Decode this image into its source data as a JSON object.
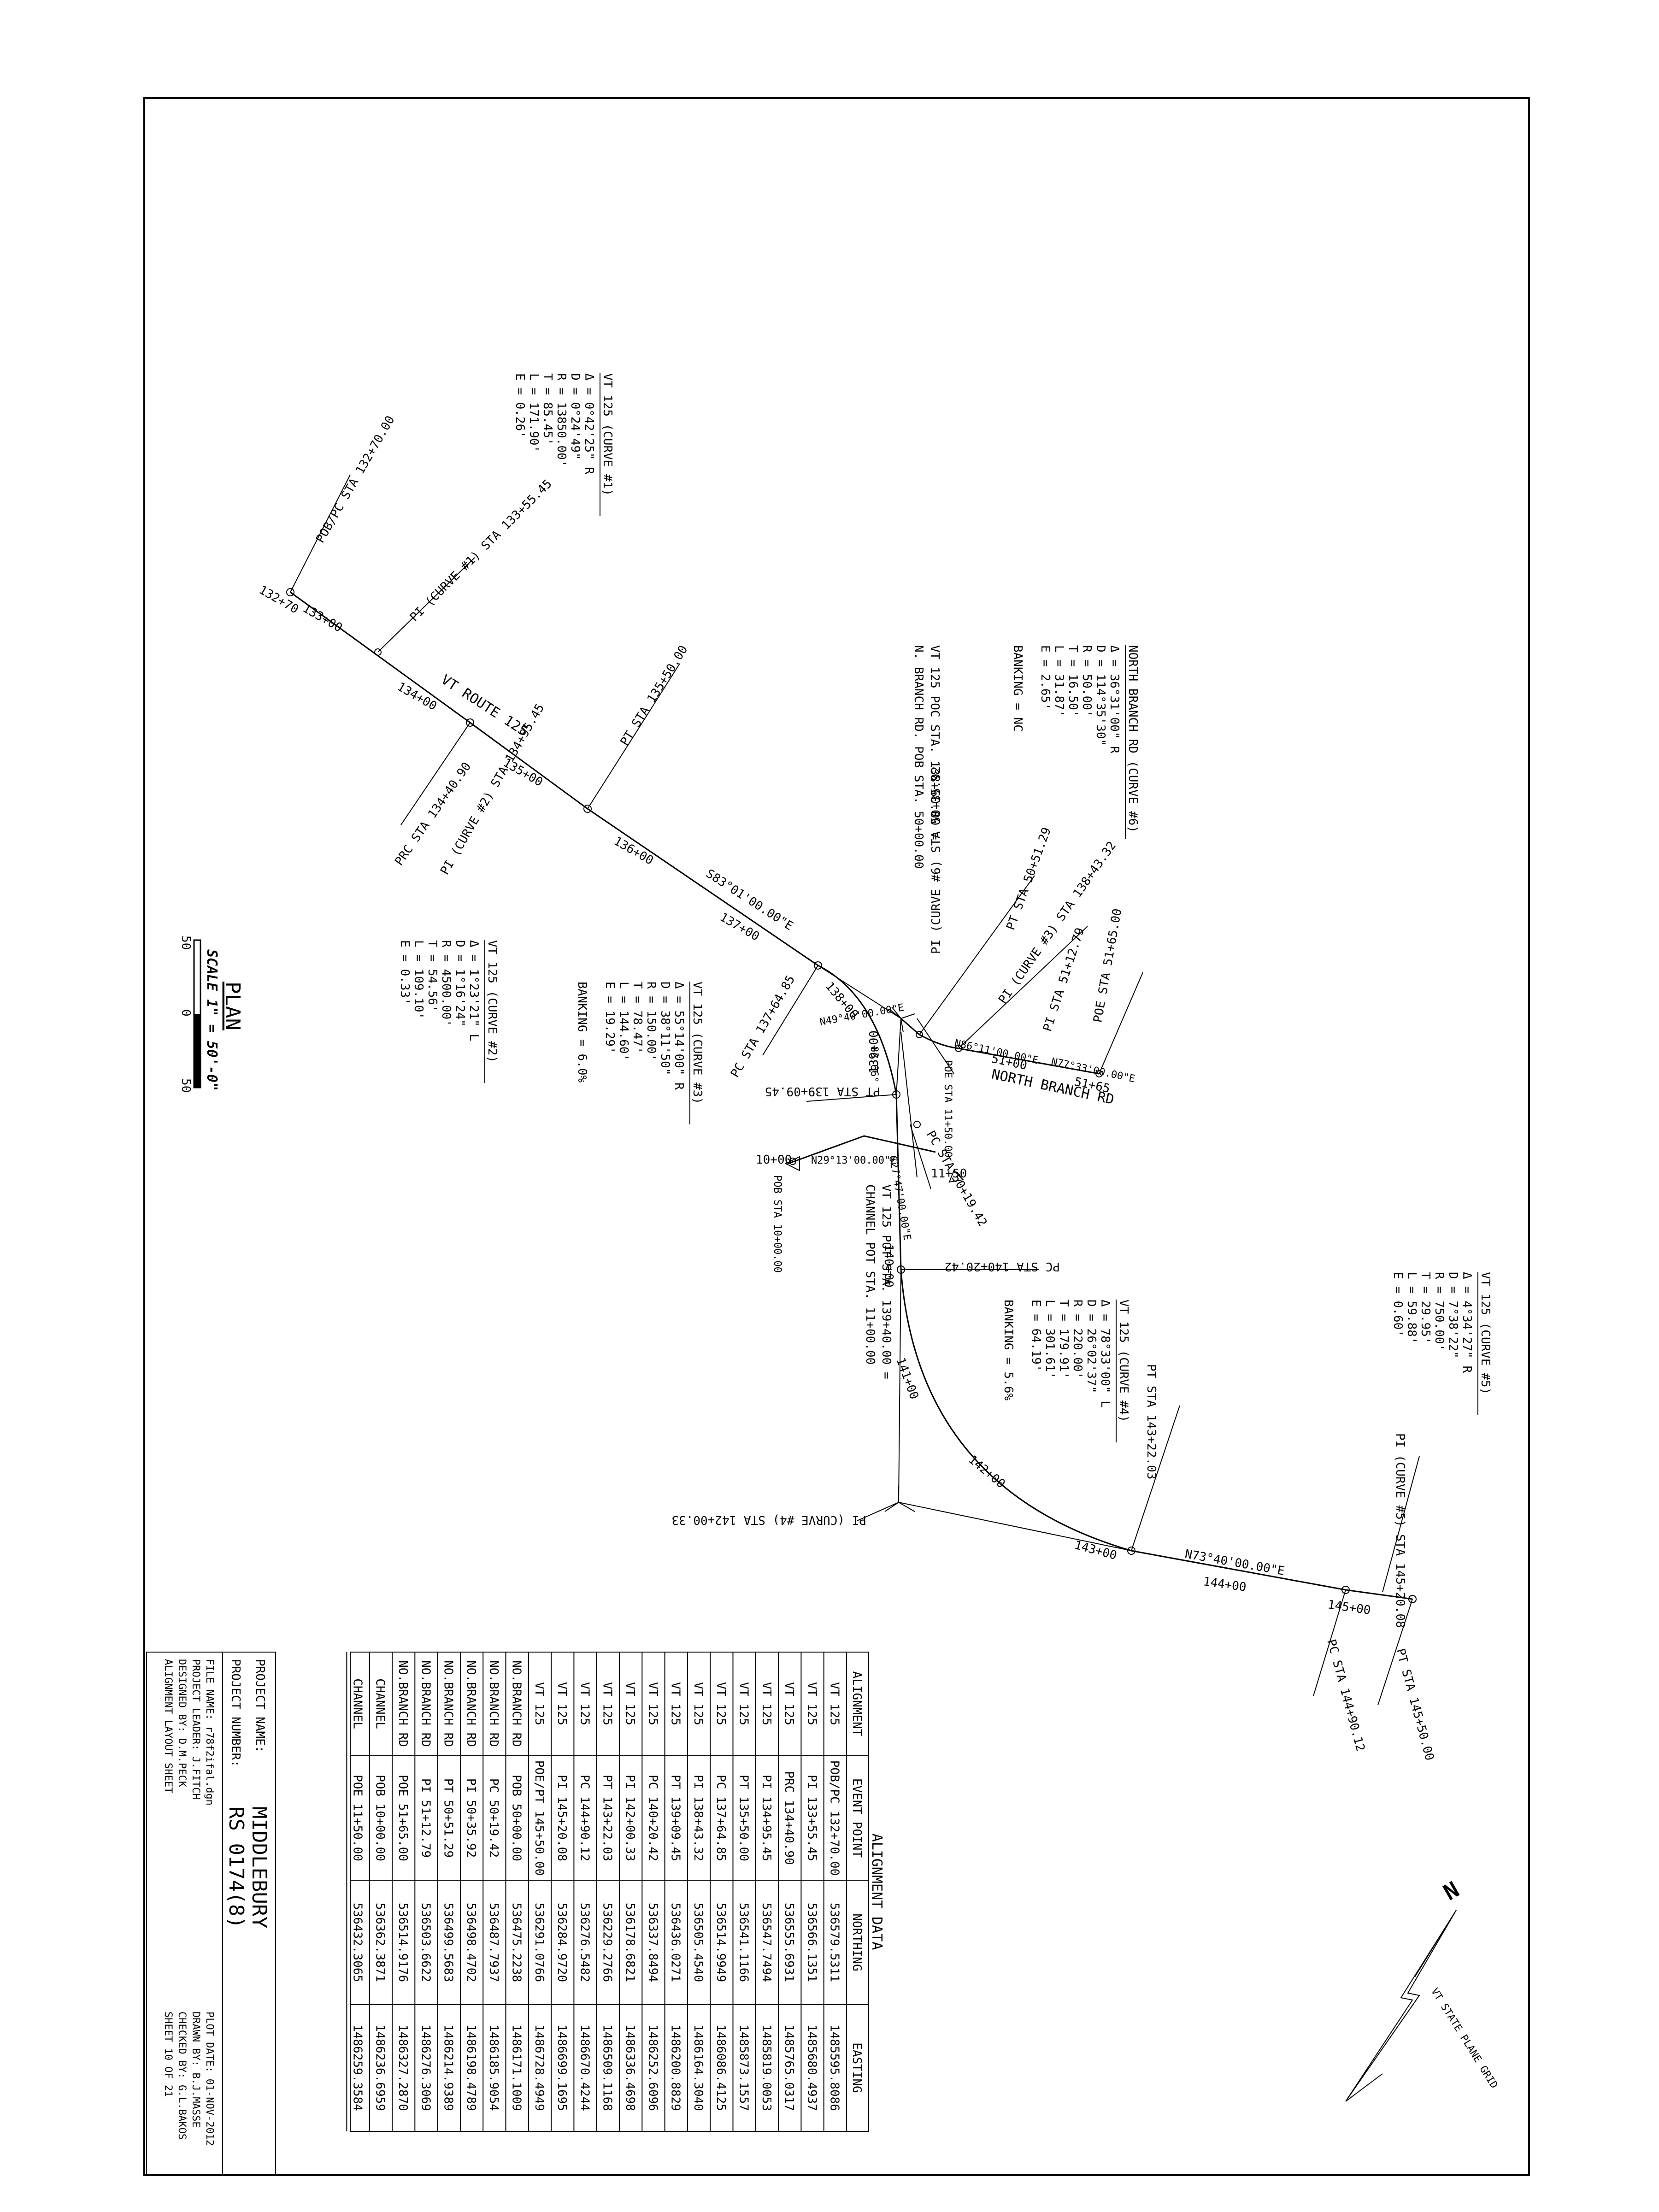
{
  "plan": {
    "title": "PLAN",
    "scale": "SCALE 1\" = 50'-0\"",
    "scale_ticks": [
      "50",
      "0",
      "50"
    ],
    "north": "N",
    "north_grid": "VT STATE PLANE GRID"
  },
  "routes": {
    "vt_route_125": "VT ROUTE 125",
    "north_branch_rd": "NORTH BRANCH RD"
  },
  "bearings": {
    "b1": "S83°01'00.00\"E",
    "b2": "N49°40'00.00\"E",
    "b3": "N86°11'00.00\"E",
    "b4": "N77°33'00.00\"E",
    "b5": "N29°13'00.00\"E",
    "b6": "S27°47'00.00\"E",
    "b7": "N73°40'00.00\"E",
    "angle": "83.66°"
  },
  "stations": {
    "s132": "132+70",
    "s133": "133+00",
    "s134": "134+00",
    "s135": "135+00",
    "s136": "136+00",
    "s137": "137+00",
    "s138": "138+00",
    "s139": "139+00",
    "s140": "140+00",
    "s141": "141+00",
    "s142": "142+00",
    "s143": "143+00",
    "s144": "144+00",
    "s145": "145+00",
    "s51": "51+00",
    "s5165": "51+65",
    "s10": "10+00",
    "s1150": "11+50"
  },
  "point_labels": {
    "pob_pc_1": "POB/PC STA 132+70.00",
    "pi_1": "PI (CURVE #1) STA 133+55.45",
    "pt_1": "PT STA 135+50.00",
    "prc": "PRC STA 134+40.90",
    "pi_2": "PI (CURVE #2) STA 134+95.45",
    "pc_137": "PC STA 137+64.85",
    "pi_6": "PI (CURVE #6) STA 50+35.92",
    "pt_nb": "PT STA 50+51.29",
    "pi_3": "PI (CURVE #3) STA 138+43.32",
    "pi_nb": "PI STA 51+12.79",
    "poe_nb": "POE STA 51+65.00",
    "poe_ch": "POE STA 11+50.00",
    "pt_139": "PT STA 139+09.45",
    "pob_ch": "POB STA 10+00.00",
    "pc_nb": "PC STA 50+19.42",
    "pc_140": "PC STA 140+20.42",
    "pi_4": "PI (CURVE #4) STA 142+00.33",
    "pt_143": "PT STA 143+22.03",
    "pi_5": "PI (CURVE #5) STA 145+20.08",
    "pc_144": "PC STA 144+90.12",
    "pt_145": "PT STA 145+50.00",
    "channel_note": "CHANNEL POT STA. 11+00.00",
    "channel_note_hdr": "VT 125 POT STA. 139+40.00 =",
    "nb_note_hdr": "VT 125 POC STA. 138+60.00 =",
    "nb_note": "N. BRANCH RD. POB STA. 50+00.00"
  },
  "curves": [
    {
      "title": "VT 125 (CURVE #1)",
      "rows": [
        "Δ = 0°42'25\" R",
        "D = 0°24'49\"",
        "R = 13850.00'",
        "T = 85.45'",
        "L = 171.90'",
        "E = 0.26'"
      ]
    },
    {
      "title": "VT 125 (CURVE #2)",
      "rows": [
        "Δ = 1°23'21\" L",
        "D = 1°16'24\"",
        "R = 4500.00'",
        "T = 54.56'",
        "L = 109.10'",
        "E = 0.33'"
      ]
    },
    {
      "title": "VT 125 (CURVE #3)",
      "rows": [
        "Δ = 55°14'00\" R",
        "D = 38°11'50\"",
        "R = 150.00'",
        "T = 78.47'",
        "L = 144.60'",
        "E = 19.29'",
        "BANKING = 6.0%"
      ]
    },
    {
      "title": "NORTH BRANCH RD (CURVE #6)",
      "rows": [
        "Δ = 36°31'00\" R",
        "D = 114°35'30\"",
        "R = 50.00'",
        "T = 16.50'",
        "L = 31.87'",
        "E = 2.65'",
        "BANKING = NC"
      ]
    },
    {
      "title": "VT 125 (CURVE #4)",
      "rows": [
        "Δ = 78°33'00\" L",
        "D = 26°02'37\"",
        "R = 220.00'",
        "T = 179.91'",
        "L = 301.61'",
        "E = 64.19'",
        "BANKING = 5.6%"
      ]
    },
    {
      "title": "VT 125 (CURVE #5)",
      "rows": [
        "Δ = 4°34'27\" R",
        "D = 7°38'22\"",
        "R = 750.00'",
        "T = 29.95'",
        "L = 59.88'",
        "E = 0.60'"
      ]
    }
  ],
  "alignment_table": {
    "title": "ALIGNMENT DATA",
    "headers": [
      "ALIGNMENT",
      "EVENT POINT",
      "NORTHING",
      "EASTING"
    ],
    "rows": [
      [
        "VT 125",
        "POB/PC 132+70.00",
        "536579.5311",
        "1485595.8086"
      ],
      [
        "VT 125",
        "PI 133+55.45",
        "536566.1351",
        "1485680.4937"
      ],
      [
        "VT 125",
        "PRC 134+40.90",
        "536555.6931",
        "1485765.0317"
      ],
      [
        "VT 125",
        "PI 134+95.45",
        "536547.7494",
        "1485819.0053"
      ],
      [
        "VT 125",
        "PT 135+50.00",
        "536541.1166",
        "1485873.1557"
      ],
      [
        "VT 125",
        "PC 137+64.85",
        "536514.9949",
        "1486086.4125"
      ],
      [
        "VT 125",
        "PI 138+43.32",
        "536505.4540",
        "1486164.3040"
      ],
      [
        "VT 125",
        "PT 139+09.45",
        "536436.0271",
        "1486200.8829"
      ],
      [
        "VT 125",
        "PC 140+20.42",
        "536337.8494",
        "1486252.6096"
      ],
      [
        "VT 125",
        "PI 142+00.33",
        "536178.6821",
        "1486336.4698"
      ],
      [
        "VT 125",
        "PT 143+22.03",
        "536229.2766",
        "1486509.1168"
      ],
      [
        "VT 125",
        "PC 144+90.12",
        "536276.5482",
        "1486670.4244"
      ],
      [
        "VT 125",
        "PI 145+20.08",
        "536284.9720",
        "1486699.1695"
      ],
      [
        "VT 125",
        "POE/PT 145+50.00",
        "536291.0766",
        "1486728.4949"
      ],
      [
        "NO.BRANCH RD",
        "POB 50+00.00",
        "536475.2238",
        "1486171.1009"
      ],
      [
        "NO.BRANCH RD",
        "PC 50+19.42",
        "536487.7937",
        "1486185.9054"
      ],
      [
        "NO.BRANCH RD",
        "PI 50+35.92",
        "536498.4702",
        "1486198.4789"
      ],
      [
        "NO.BRANCH RD",
        "PT 50+51.29",
        "536499.5683",
        "1486214.9389"
      ],
      [
        "NO.BRANCH RD",
        "PI 51+12.79",
        "536503.6622",
        "1486276.3069"
      ],
      [
        "NO.BRANCH RD",
        "POE 51+65.00",
        "536514.9176",
        "1486327.2870"
      ],
      [
        "CHANNEL",
        "POB 10+00.00",
        "536362.3871",
        "1486236.6959"
      ],
      [
        "CHANNEL",
        "POE 11+50.00",
        "536432.3065",
        "1486259.3584"
      ]
    ]
  },
  "title_block": {
    "project_name_label": "PROJECT NAME:",
    "project_name": "MIDDLEBURY",
    "project_number_label": "PROJECT NUMBER:",
    "project_number": "RS 0174(8)",
    "file_name": "FILE NAME: r78f2ifal.dgn",
    "project_leader": "PROJECT LEADER: J.FITCH",
    "designed_by": "DESIGNED BY: D.M.PECK",
    "sheet_title": "ALIGNMENT LAYOUT SHEET",
    "plot_date": "PLOT DATE: 01-NOV-2012",
    "drawn_by": "DRAWN BY: B.J.MASSE",
    "checked_by": "CHECKED BY: G.L.BAKOS",
    "sheet": "SHEET 10 OF 21"
  }
}
